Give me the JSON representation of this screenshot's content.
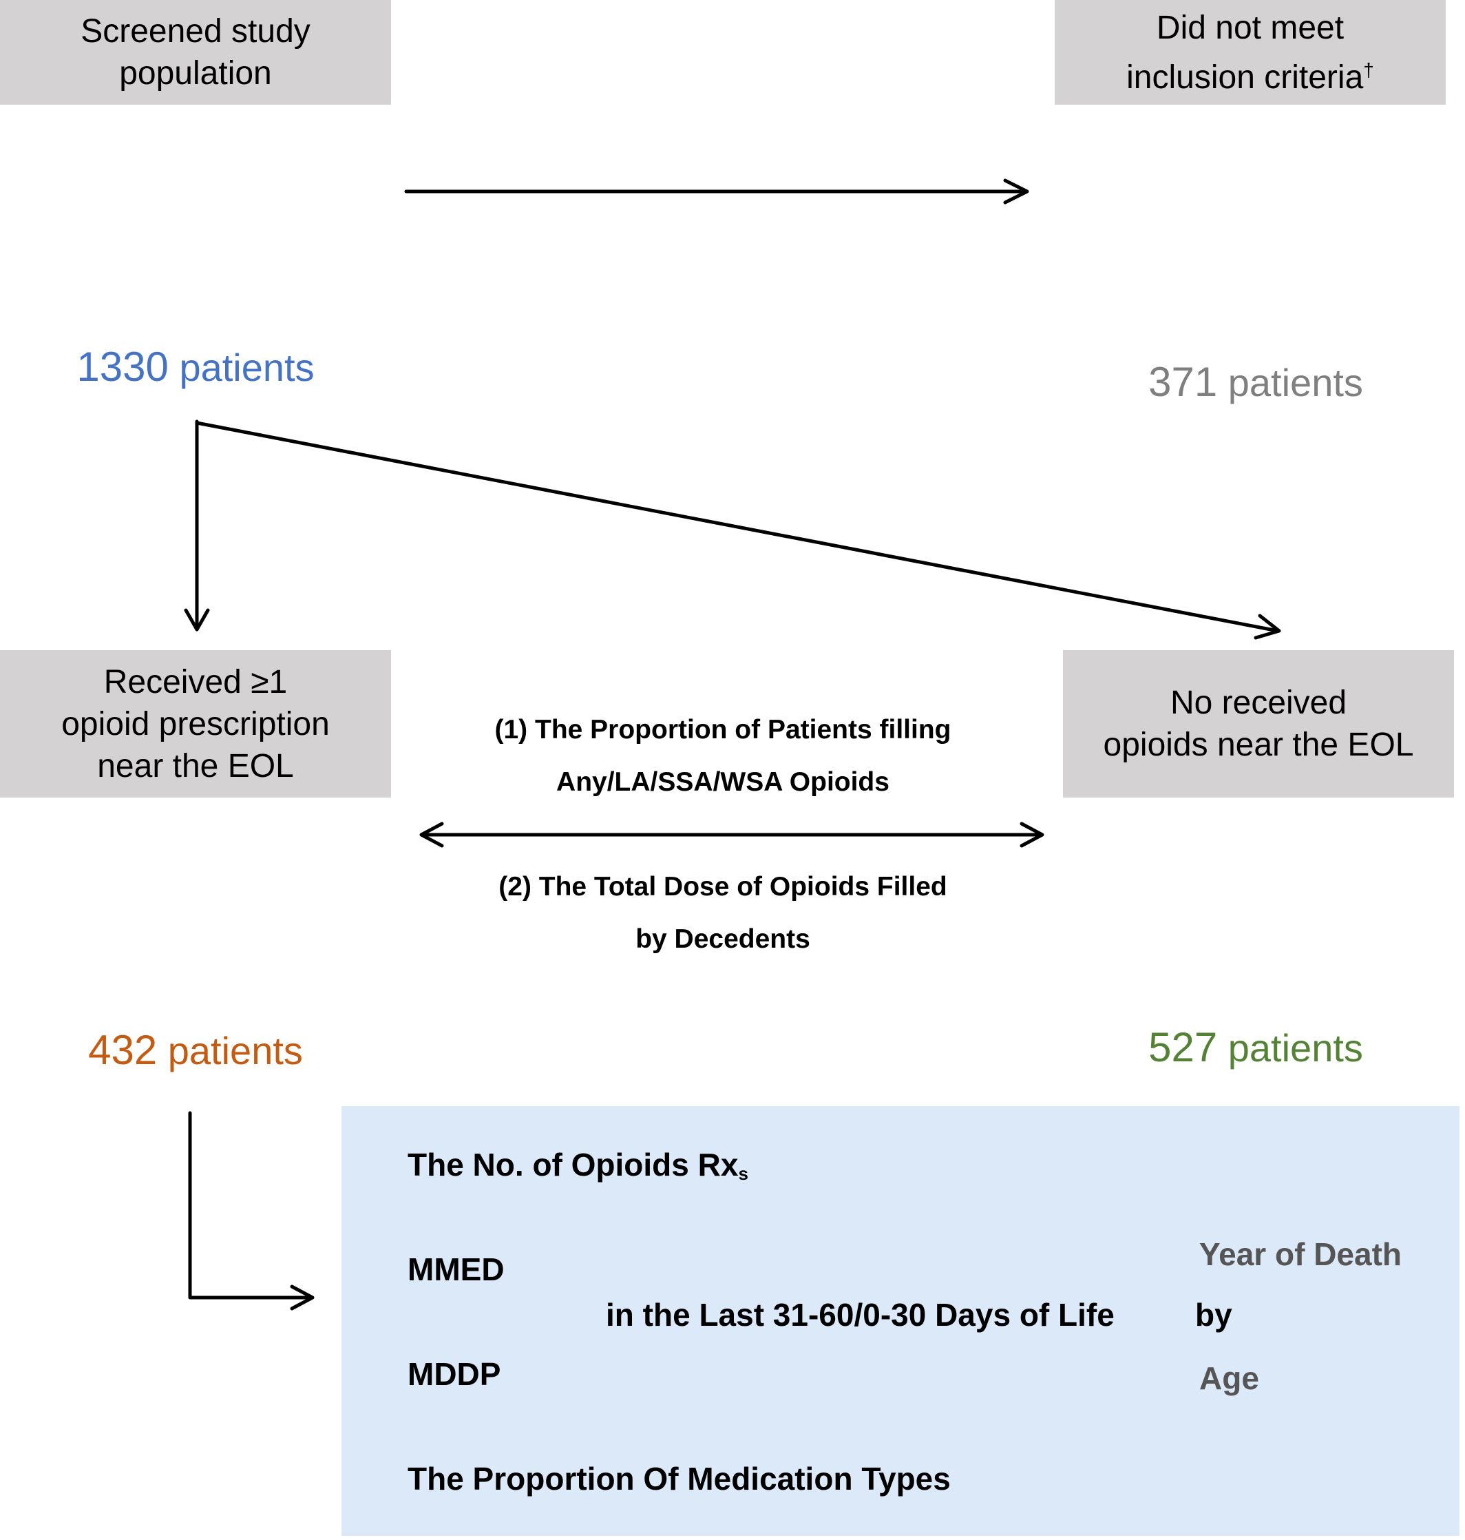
{
  "screened": {
    "label": "Screened study\npopulation",
    "count_num": "1330",
    "count_unit": " patients",
    "color": "#4472c4",
    "icon_main": "#5b9bd5",
    "icon_side": "#9dc3e6"
  },
  "excluded": {
    "label": "Did not meet\ninclusion criteria",
    "dagger": "†",
    "count_num": "371",
    "count_unit": " patients",
    "color": "#7f7f7f",
    "icon_main": "#767171",
    "icon_side": "#afabab"
  },
  "opioid": {
    "label": "Received ≥1\nopioid prescription\nnear the EOL",
    "count_num": "432",
    "count_unit": " patients",
    "color": "#c55a11",
    "icon_main": "#f8694a",
    "icon_side": "#f9a088"
  },
  "no_opioid": {
    "label": "No received\nopioids near the EOL",
    "count_num": "527",
    "count_unit": " patients",
    "color": "#548235",
    "icon_main": "#548235",
    "icon_side": "#a9d18e"
  },
  "comparison": {
    "measure1": "(1) The Proportion of Patients filling\nAny/LA/SSA/WSA Opioids",
    "measure2": "(2) The Total Dose of Opioids Filled\nby Decedents"
  },
  "outcomes": {
    "rx_text": "The No. of Opioids Rx",
    "rx_sub": "s",
    "mmed": "MMED",
    "mddp": "MDDP",
    "period": "in the Last 31-60/0-30 Days of Life",
    "by": "by",
    "year_of_death": "Year of Death",
    "age": "Age",
    "medication_types": "The Proportion Of  Medication Types"
  }
}
